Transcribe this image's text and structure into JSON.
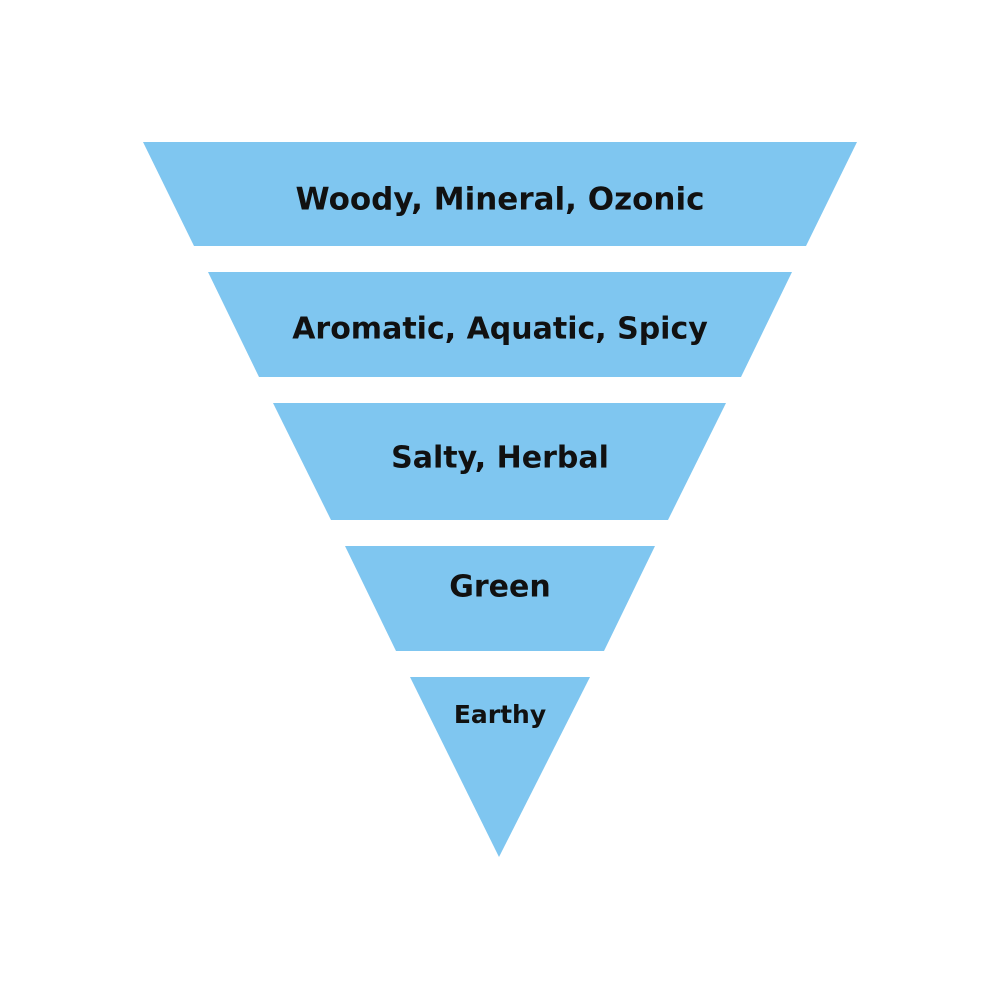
{
  "colors": {
    "tier_fill": "#7fc6f0",
    "label_text": "#111111",
    "background": "#ffffff"
  },
  "funnel": {
    "tiers": [
      {
        "label": "Woody, Mineral, Ozonic"
      },
      {
        "label": "Aromatic, Aquatic, Spicy"
      },
      {
        "label": "Salty, Herbal"
      },
      {
        "label": "Green"
      },
      {
        "label": "Earthy"
      }
    ]
  }
}
